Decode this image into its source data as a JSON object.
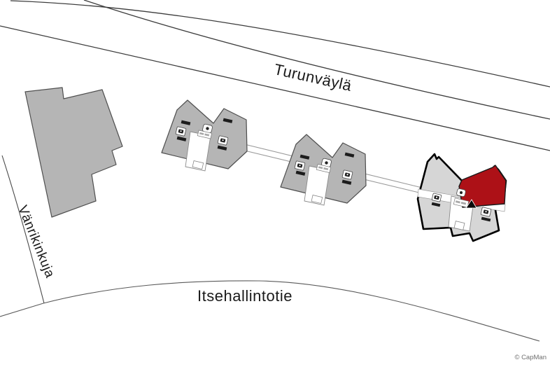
{
  "map": {
    "roads": [
      {
        "id": "turunvayla",
        "label": "Turunväylä"
      },
      {
        "id": "vanrikinkuja",
        "label": "Vänrikinkuja"
      },
      {
        "id": "itsehallintotie",
        "label": "Itsehallintotie"
      }
    ],
    "buildings": [
      {
        "id": "building-west",
        "state": "default"
      },
      {
        "id": "building-mid-1",
        "state": "default"
      },
      {
        "id": "building-mid-2",
        "state": "default"
      },
      {
        "id": "building-east",
        "state": "highlighted"
      }
    ],
    "colors": {
      "background": "#ffffff",
      "building_fill": "#b5b5b5",
      "building_outline": "#4f4f4f",
      "selected_building_fill": "#d6d6d6",
      "selected_building_outline": "#000000",
      "highlight_fill": "#ad1117",
      "road_line": "#3c3c3c",
      "connector_line": "#9a9a9a",
      "label_text": "#1a1a1a",
      "copyright_text": "#6f6f6f"
    },
    "copyright": "© CapMan"
  }
}
